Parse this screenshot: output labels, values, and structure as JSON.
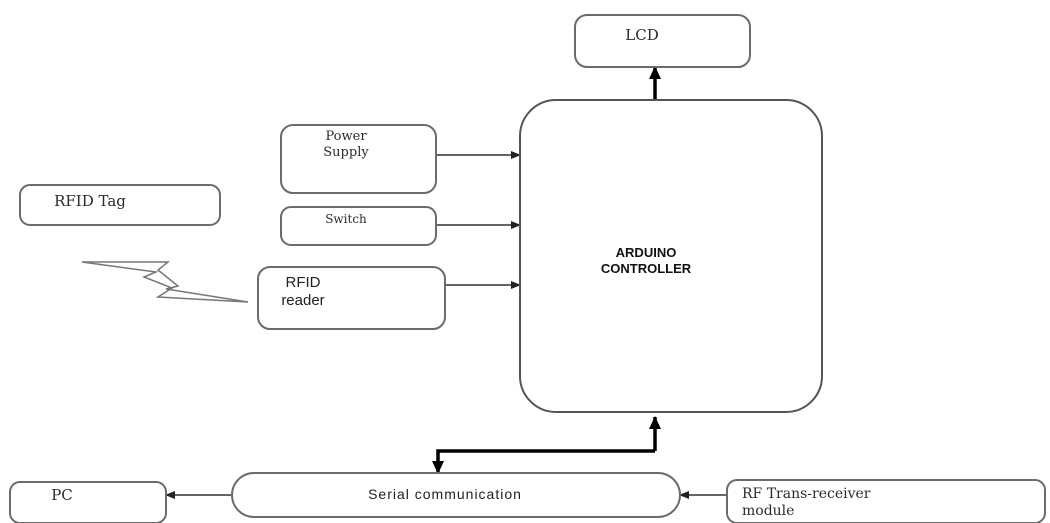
{
  "nodes": {
    "lcd": "LCD",
    "power_supply": [
      "Power",
      "Supply"
    ],
    "switch": "Switch",
    "rfid_tag": "RFID Tag",
    "rfid_reader": [
      "RFID",
      "reader"
    ],
    "arduino": [
      "ARDUINO",
      "CONTROLLER"
    ],
    "pc": "PC",
    "serial": "Serial communication",
    "rf_module": [
      "RF Trans-receiver",
      "module"
    ]
  },
  "icons": {
    "wireless": "lightning-bolt"
  }
}
